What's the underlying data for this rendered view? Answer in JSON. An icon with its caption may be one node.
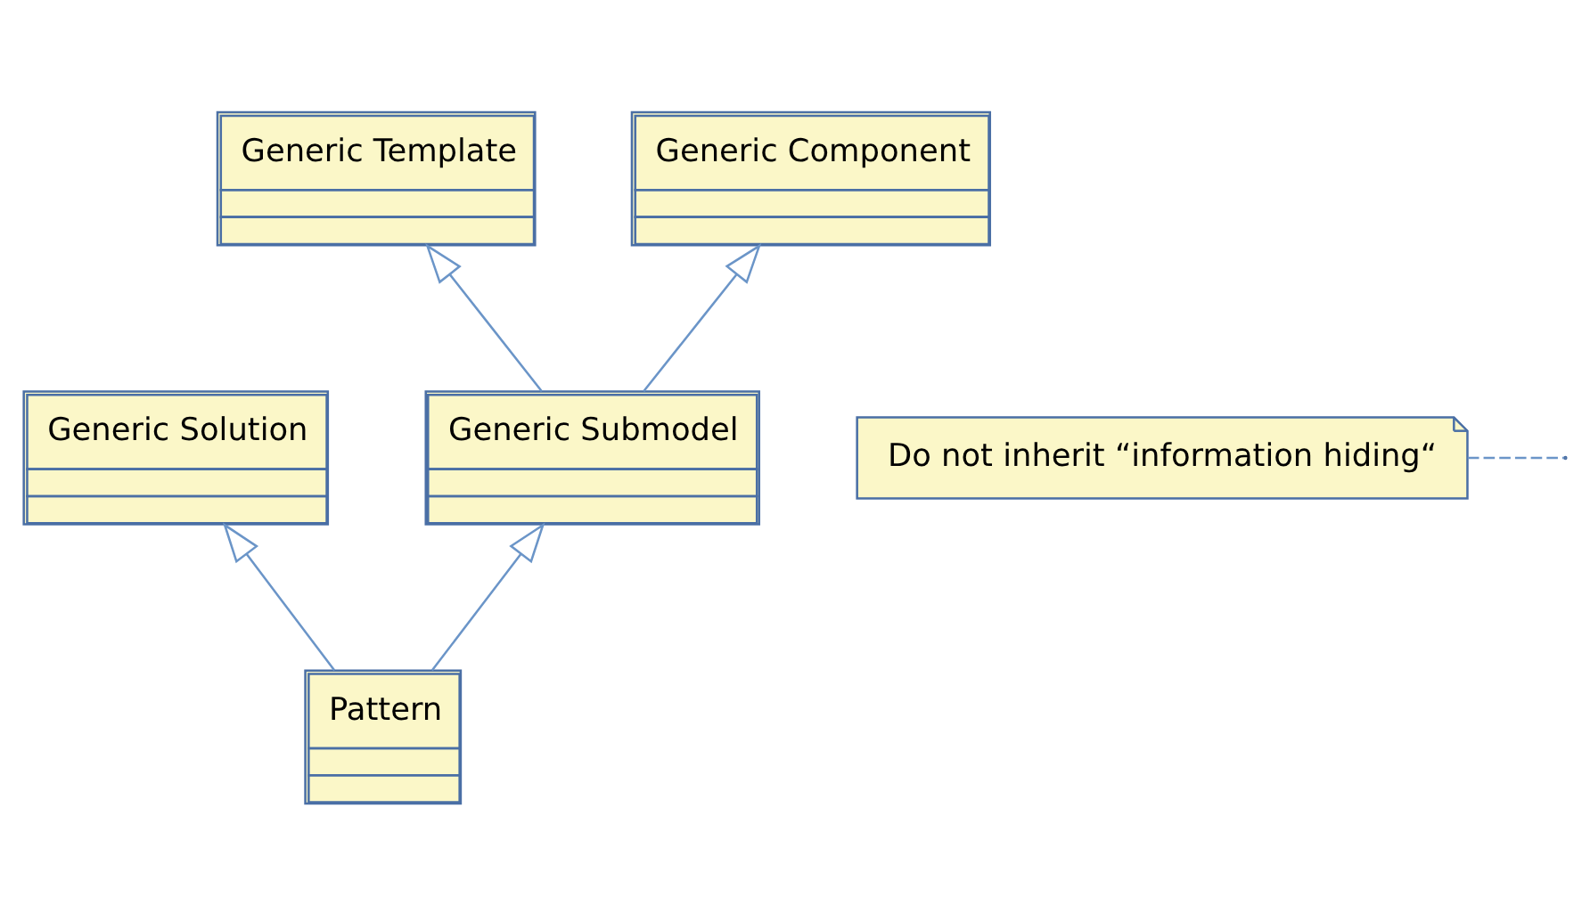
{
  "diagram": {
    "nodes": [
      {
        "text": [
          "Generic Template"
        ]
      },
      {
        "text": [
          "Generic Component"
        ]
      },
      {
        "text": [
          "Generic Solution"
        ]
      },
      {
        "text": [
          "Do not inherit “information hiding“"
        ]
      },
      {
        "text": [
          "Generic Submodel"
        ]
      },
      {
        "text": [
          "Pattern"
        ]
      }
    ],
    "edges": [
      {
        "from": 4,
        "to": 0,
        "arrow": "to"
      },
      {
        "from": 4,
        "to": 1,
        "arrow": "to"
      },
      {
        "from": 3,
        "to": null,
        "arrow": "none",
        "style": "dashed"
      },
      {
        "from": 5,
        "to": 4,
        "arrow": "to"
      },
      {
        "from": 5,
        "to": 2,
        "arrow": "to"
      }
    ]
  }
}
